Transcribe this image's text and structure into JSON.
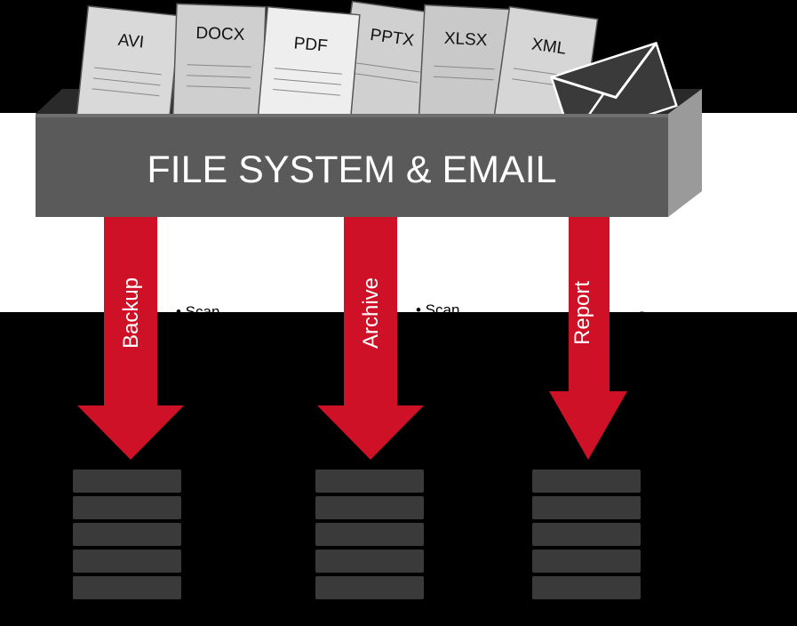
{
  "container": {
    "title": "FILE SYSTEM & EMAIL",
    "documents": [
      "AVI",
      "DOCX",
      "PDF",
      "PPTX",
      "XLSX",
      "XML"
    ]
  },
  "flows": [
    {
      "label": "Backup",
      "bullet": "• Scan"
    },
    {
      "label": "Archive",
      "bullet": "• Scan"
    },
    {
      "label": "Report",
      "bullet": "• Scan"
    }
  ],
  "colors": {
    "arrow": "#CE1126",
    "box_front": "#5a5a5a",
    "box_side": "#3c3c3c",
    "server": "#3a3a3a"
  },
  "icons": [
    "envelope-icon",
    "server-stack-icon"
  ]
}
